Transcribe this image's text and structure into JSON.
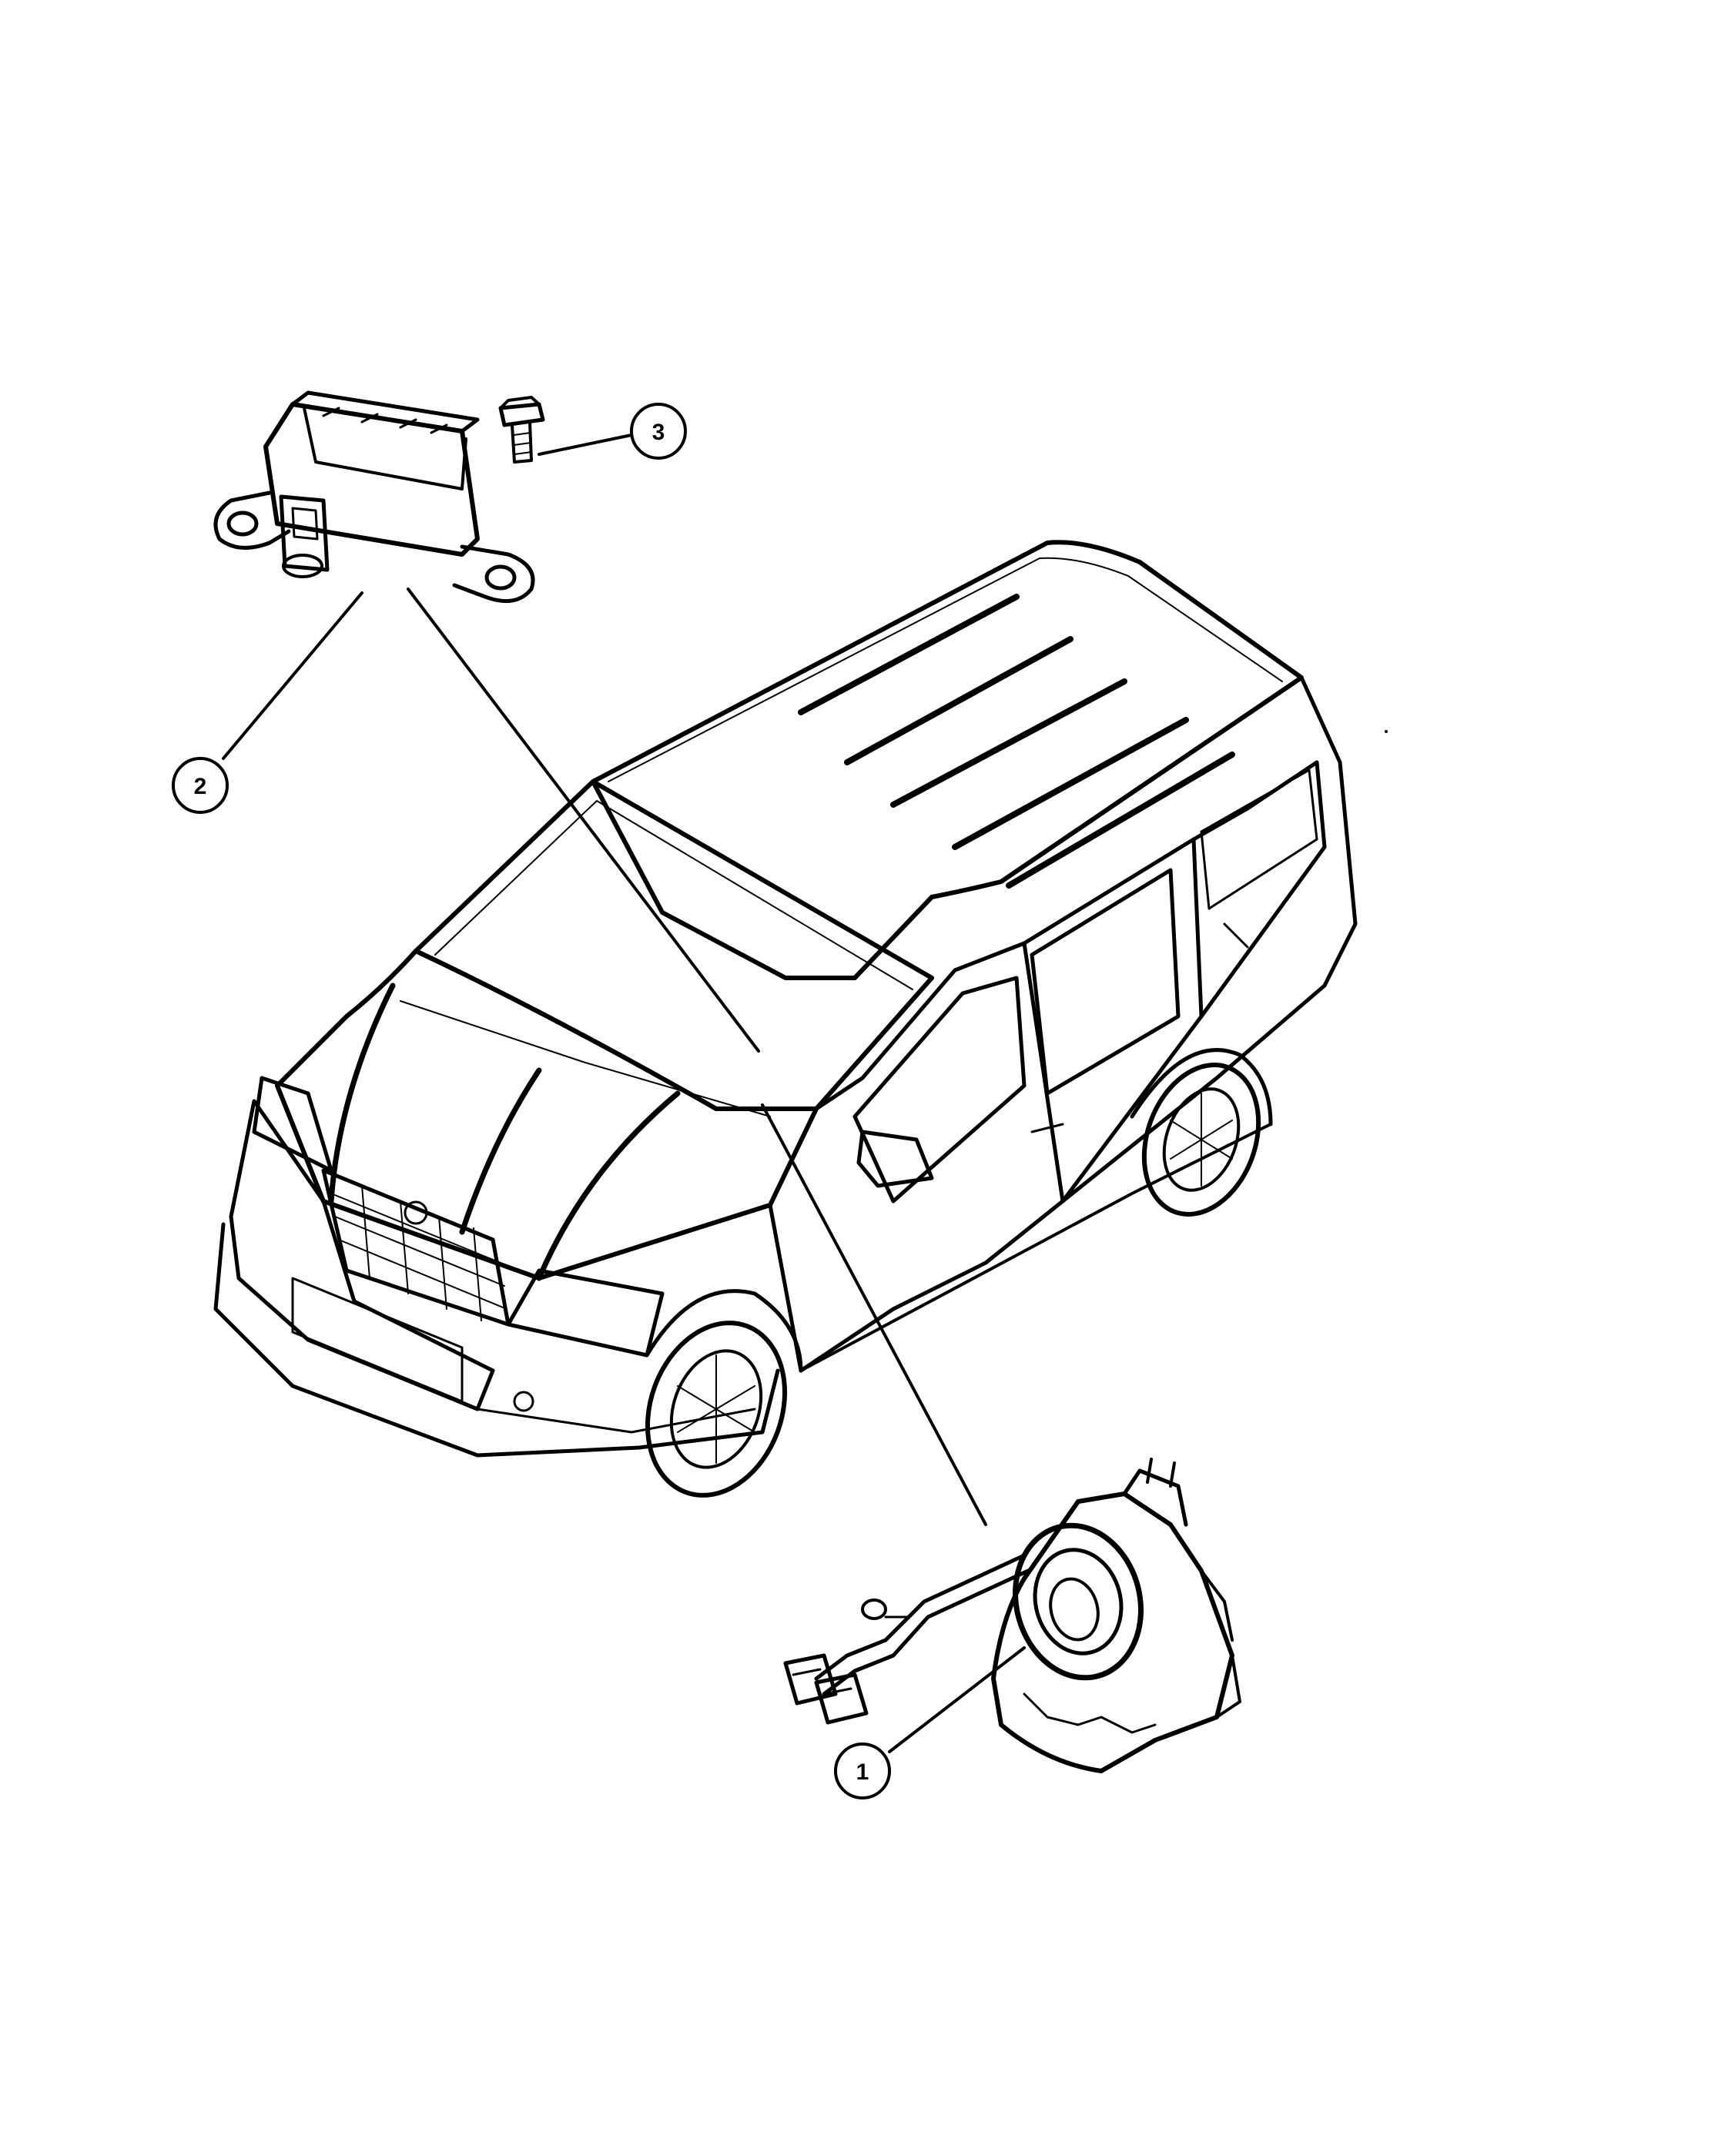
{
  "callouts": [
    {
      "id": "callout-1",
      "number": "1"
    },
    {
      "id": "callout-2",
      "number": "2"
    },
    {
      "id": "callout-3",
      "number": "3"
    }
  ],
  "colors": {
    "line": "#000000",
    "background": "#ffffff"
  }
}
